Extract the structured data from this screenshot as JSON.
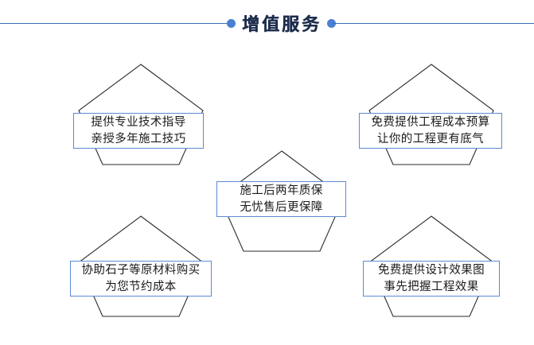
{
  "header": {
    "title": "增值服务",
    "left_dot": "bullet-dot",
    "right_dot": "bullet-dot",
    "rule_color": "#3a6fb5",
    "dot_color": "#4a7fd4",
    "title_color": "#1c2c4c"
  },
  "theme": {
    "box_border": "#5b8ad4",
    "pentagon_stroke": "#2a2a2a",
    "background": "#ffffff"
  },
  "cards": [
    {
      "id": "top-left",
      "line1": "提供专业技术指导",
      "line2": "亲授多年施工技巧"
    },
    {
      "id": "top-right",
      "line1": "免费提供工程成本预算",
      "line2": "让你的工程更有底气"
    },
    {
      "id": "center",
      "line1": "施工后两年质保",
      "line2": "无忧售后更保障"
    },
    {
      "id": "bottom-left",
      "line1": "协助石子等原材料购买",
      "line2": "为您节约成本"
    },
    {
      "id": "bottom-right",
      "line1": "免费提供设计效果图",
      "line2": "事先把握工程效果"
    }
  ]
}
